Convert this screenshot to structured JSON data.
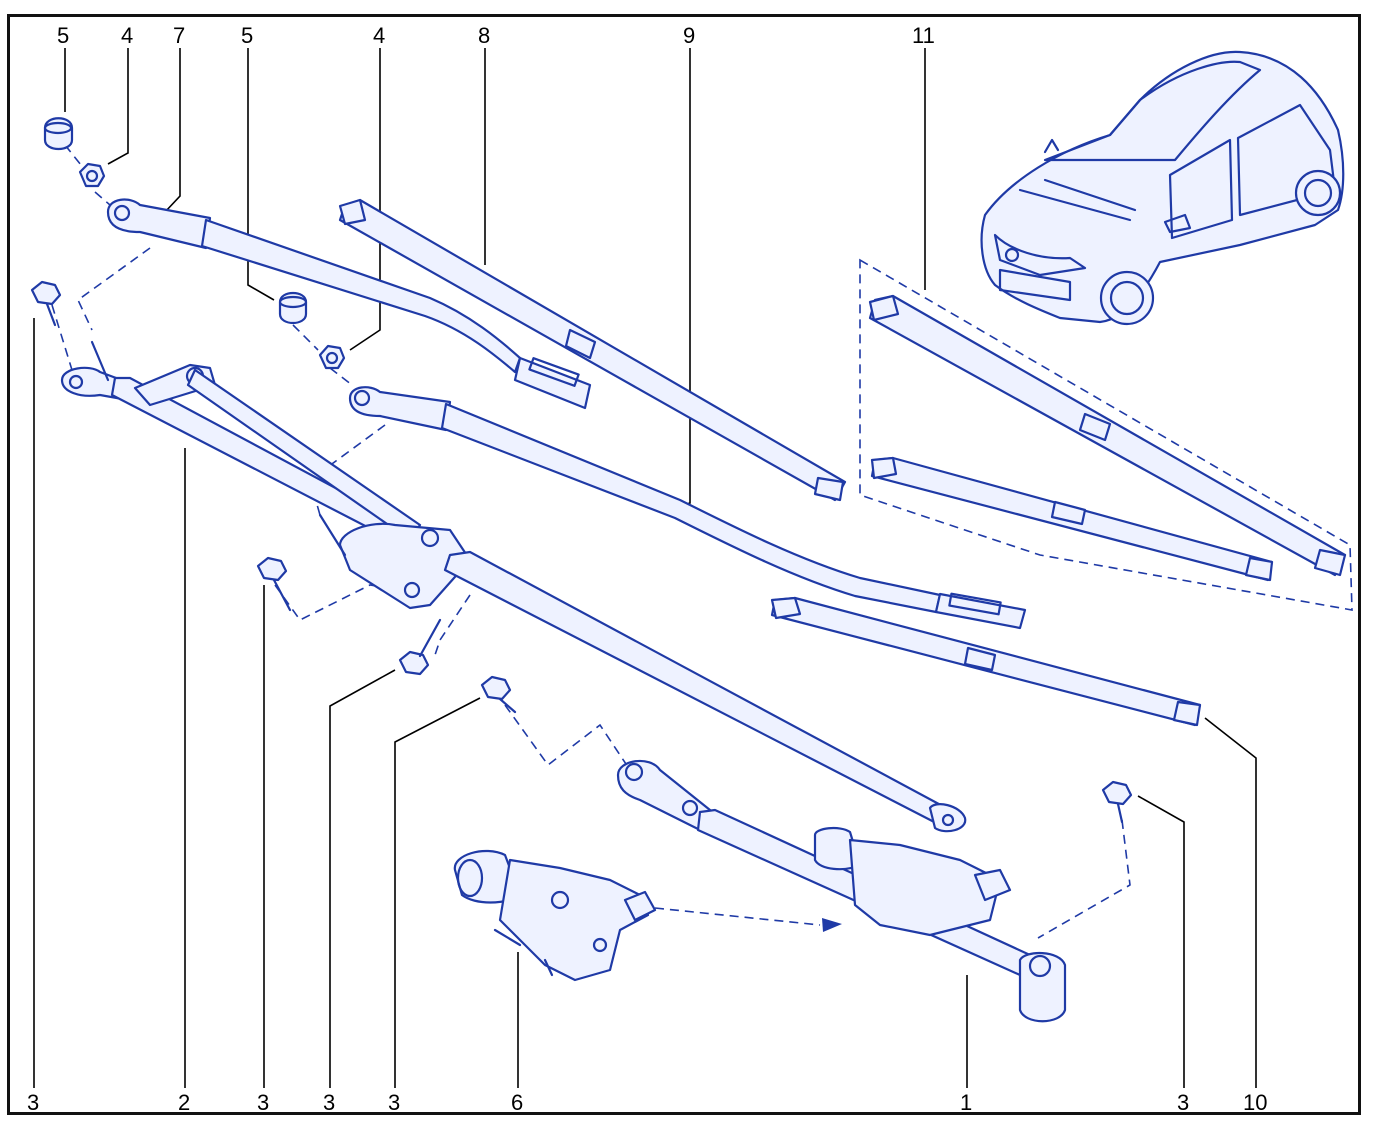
{
  "colors": {
    "ink": "#1f3aa6",
    "ink_fill": "#eef2ff",
    "frame": "#111111",
    "text": "#000000"
  },
  "callouts": [
    {
      "id": "t-5a",
      "label": "5"
    },
    {
      "id": "t-4a",
      "label": "4"
    },
    {
      "id": "t-7",
      "label": "7"
    },
    {
      "id": "t-5b",
      "label": "5"
    },
    {
      "id": "t-4b",
      "label": "4"
    },
    {
      "id": "t-8",
      "label": "8"
    },
    {
      "id": "t-9",
      "label": "9"
    },
    {
      "id": "t-11",
      "label": "11"
    },
    {
      "id": "b-3a",
      "label": "3"
    },
    {
      "id": "b-2",
      "label": "2"
    },
    {
      "id": "b-3b",
      "label": "3"
    },
    {
      "id": "b-3c",
      "label": "3"
    },
    {
      "id": "b-3d",
      "label": "3"
    },
    {
      "id": "b-6",
      "label": "6"
    },
    {
      "id": "b-1",
      "label": "1"
    },
    {
      "id": "b-3e",
      "label": "3"
    },
    {
      "id": "b-10",
      "label": "10"
    }
  ]
}
